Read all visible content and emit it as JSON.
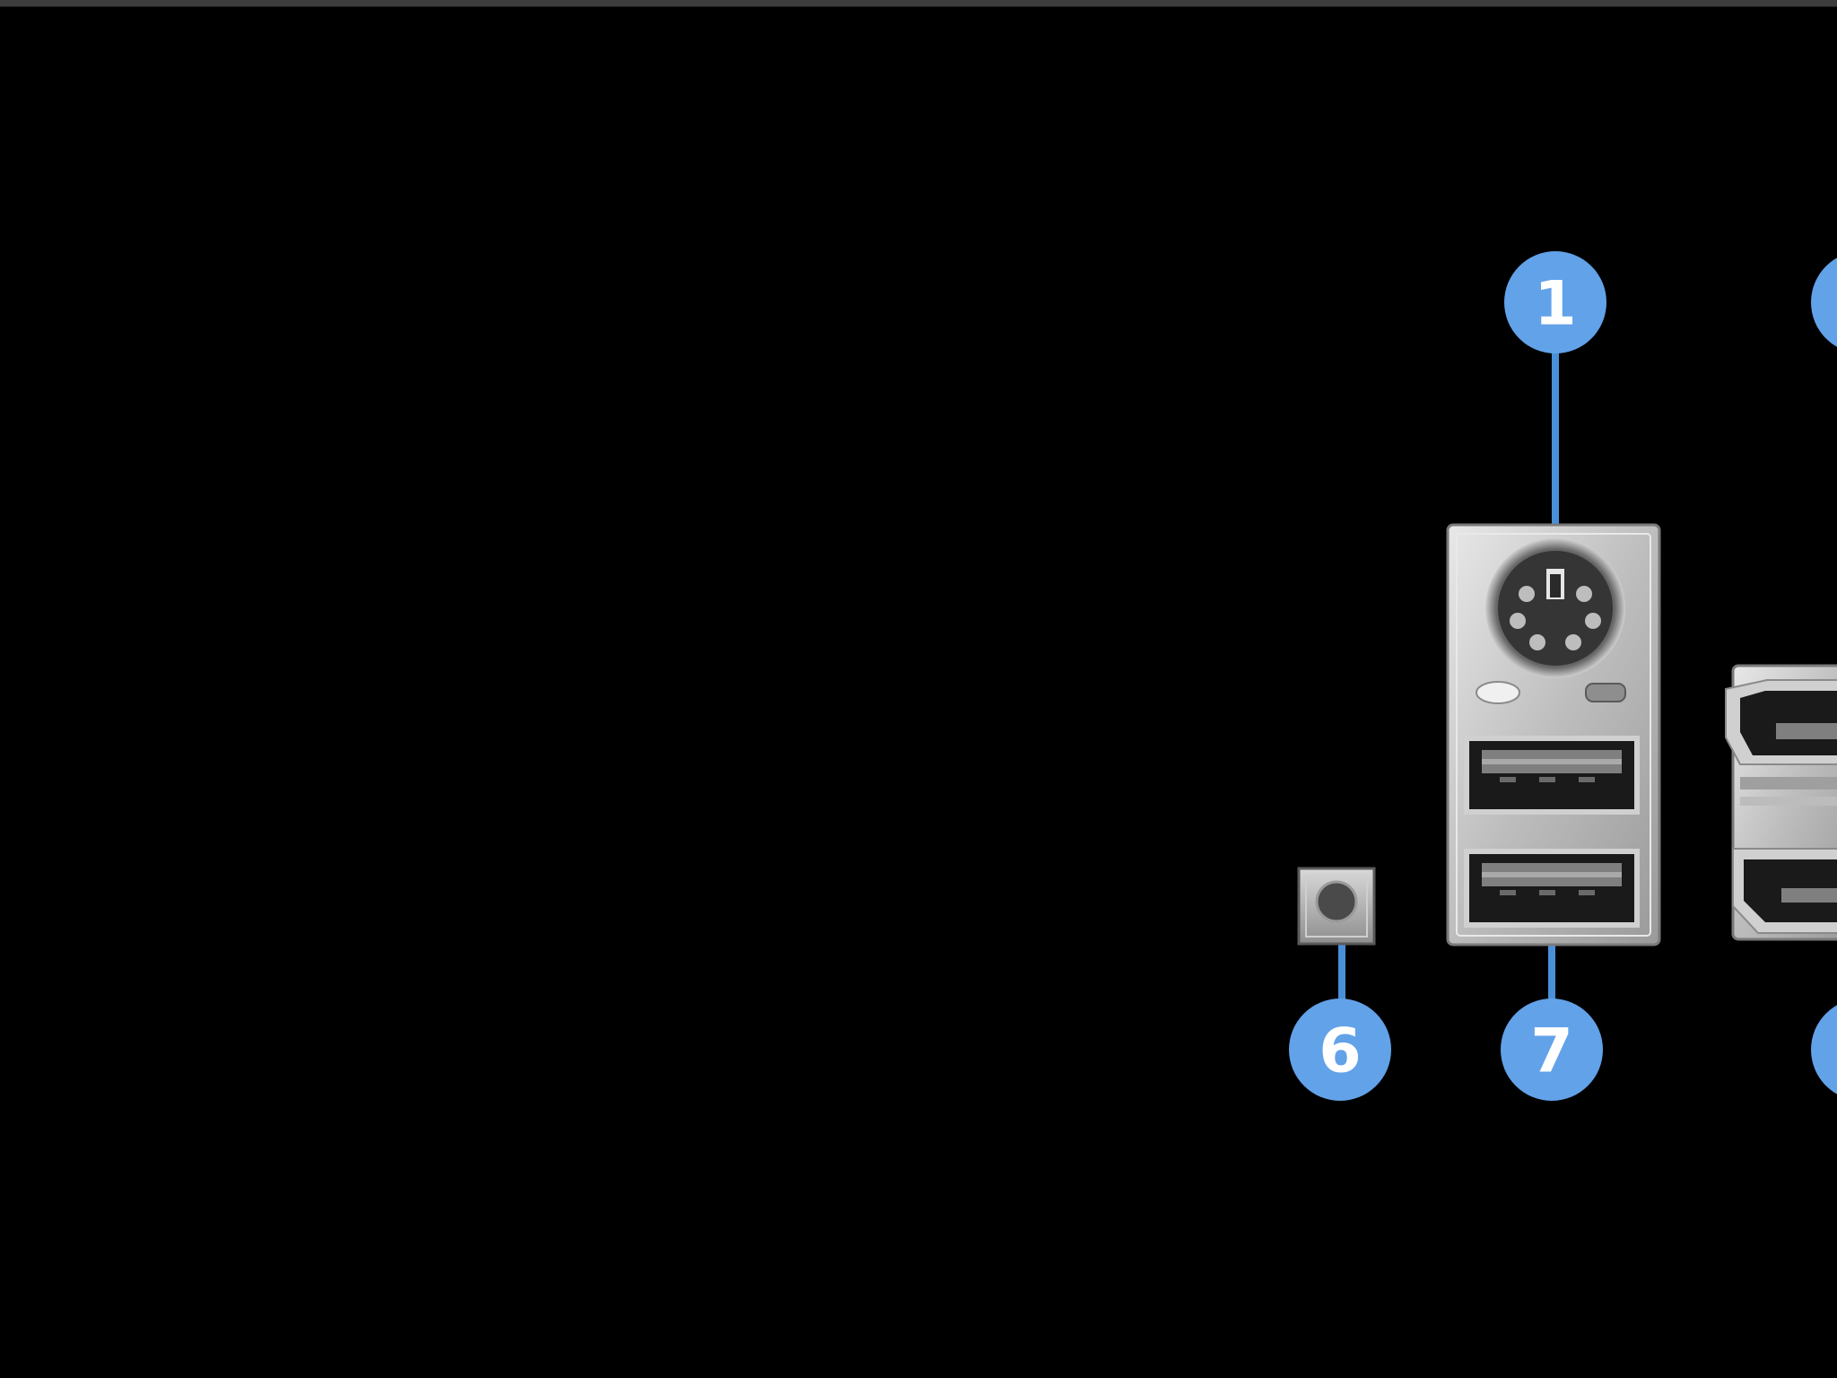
{
  "callouts": [
    {
      "label": "1",
      "target": "ps2-port"
    },
    {
      "label": "6",
      "target": "clear-cmos-button"
    },
    {
      "label": "7",
      "target": "usb-ports"
    },
    {
      "label": "",
      "target": "displayport-port"
    },
    {
      "label": "",
      "target": "hdmi-port"
    }
  ],
  "colors": {
    "background": "#000000",
    "callout_fill": "#62a2e9",
    "leader_line": "#4a90d9",
    "bracket_metal": "#c9c9c9",
    "port_dark": "#2a2a2a"
  },
  "icons": [
    "ps2-port-icon",
    "usb-a-port-icon",
    "clear-cmos-button-icon",
    "displayport-port-icon",
    "hdmi-port-icon"
  ]
}
